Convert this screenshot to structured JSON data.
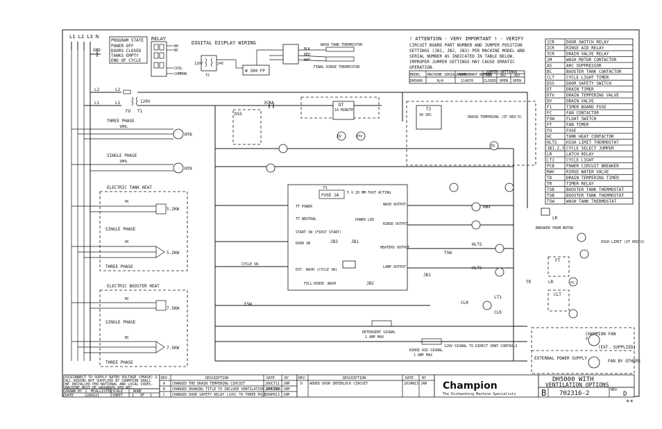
{
  "supply": {
    "lines": "L1 L2 L3 N",
    "gnd": "GND"
  },
  "program_state": {
    "title": "PROGRAM STATE",
    "lines": [
      "POWER OFF",
      "DOORS CLOSED",
      "TANKS EMPTY",
      "END OF CYCLE"
    ]
  },
  "relay": {
    "title": "RELAY",
    "pins": [
      "NO",
      "NC",
      "COIL",
      "COMMON"
    ]
  },
  "digital_display": {
    "title": "DIGITAL DISPLAY WIRING",
    "transformer": "T2",
    "v_in": "120V",
    "v_out": "24V",
    "module": "W 300 FP"
  },
  "thermistors": {
    "wash": "WASH TANK THERMISTOR",
    "rinse": "FINAL RINSE THERMISTOR",
    "wires": [
      "BLK",
      "RED",
      "WHT"
    ]
  },
  "attention": {
    "title": "! ATTENTION - VERY IMPORTANT ! - VERIFY",
    "lines": [
      "CIRCUIT BOARD PART NUMBER AND JUMPER POSITION",
      "SETTINGS (JB1, JB2, JB3) PER MACHINE MODEL AND",
      "SERIAL NUMBER AS INDICATED IN TABLE BELOW.",
      "IMPROPER JUMPER SETTINGS MAY CAUSE ERRATIC",
      "OPERATION."
    ],
    "table": {
      "headers": [
        "MODEL",
        "MACHINE SERIAL NUMBER",
        "BOARD PART NUMBER",
        "JB1",
        "JB2",
        "JB3"
      ],
      "group_header": "JUMPER SETTINGS",
      "row": [
        "DH5000",
        "N/A",
        "114870",
        "CLOSED",
        "OPEN",
        "OPEN"
      ]
    }
  },
  "legend": [
    [
      "1CR",
      "DOOR SWITCH RELAY"
    ],
    [
      "2CR",
      "RINSE AID RELAY"
    ],
    [
      "3CR",
      "DRAIN VALVE RELAY"
    ],
    [
      "1M",
      "WASH MOTOR CONTACTOR"
    ],
    [
      "AS",
      "ARC SUPPRESSOR"
    ],
    [
      "BC",
      "BOOSTER TANK CONTACTOR"
    ],
    [
      "CLT",
      "CYCLE LIGHT TIMER"
    ],
    [
      "DSS",
      "DOOR SAFETY SWITCH"
    ],
    [
      "DT",
      "DRAIN TIMER"
    ],
    [
      "DTV",
      "DRAIN TEMPERING VALVE"
    ],
    [
      "DV",
      "DRAIN VALVE"
    ],
    [
      "F1",
      "TIMER BOARD FUSE"
    ],
    [
      "FC",
      "FAN CONTACTOR"
    ],
    [
      "FSW",
      "FLOAT SWITCH"
    ],
    [
      "FT",
      "FAN TIMER"
    ],
    [
      "FU",
      "FUSE"
    ],
    [
      "HC",
      "TANK HEAT CONTACTOR"
    ],
    [
      "HLTS",
      "HIGH LIMIT THERMOSTAT"
    ],
    [
      "JB1,2,3",
      "CYCLE SELECT JUMPER"
    ],
    [
      "LR",
      "LATCH RELAY"
    ],
    [
      "LT1",
      "CYCLE LIGHT"
    ],
    [
      "PCB",
      "POWER CIRCUIT BREAKER"
    ],
    [
      "RWV",
      "RINSE WATER VALVE"
    ],
    [
      "TD",
      "DRAIN TEMPERING TIMER"
    ],
    [
      "TR",
      "TIMER RELAY"
    ],
    [
      "TSB",
      "BOOSTER TANK THERMOSTAT"
    ],
    [
      "TSB",
      "BOOSTER TANK THERMOSTAT"
    ],
    [
      "TSW",
      "WASH TANK THERMOSTAT"
    ]
  ],
  "control": {
    "fu": "FU",
    "t1": "T1",
    "v": "120V",
    "l1": "L1",
    "l2": "L2",
    "three_phase": "THREE PHASE",
    "single_phase": "SINGLE PHASE",
    "mtr": "MTR",
    "motor_label": "1MOL",
    "cr3": "3CRA",
    "dt": "DT",
    "dt_time": "10 MINUTE",
    "td": "T2",
    "td_time": "30 SEC",
    "drain_tempering": "DRAIN TEMPERING (IF REQ'D)",
    "dss": "DSS",
    "tsw": "TSW",
    "fsw": "FSW",
    "hlts": "HLTS",
    "clr": "CLR",
    "lt1": "LT1",
    "lr": "LR",
    "tr": "TR",
    "rwv": "RWV",
    "jb3": "JB3",
    "jb2": "JB2",
    "jb1": "JB1"
  },
  "pcb": {
    "fuse": "FUSE 1A",
    "fuse_desc": "5 X 20 MM FAST ACTING",
    "f1": "F1",
    "inputs": [
      "TT POWER",
      "TT NEUTRAL",
      "START SW (FIRST START)",
      "DOOR SW",
      "EXT. WASH (CYCLE SW)"
    ],
    "outputs": [
      "WASH OUTPUT",
      "RINSE OUTPUT",
      "HEATERS OUTPUT",
      "LAMP OUTPUT"
    ],
    "power_led": "POWER LED",
    "buttons": [
      "FILL",
      "RINSE",
      "WASH"
    ]
  },
  "heat": {
    "electric_tank": "ELECTRIC TANK HEAT",
    "electric_booster": "ELECTRIC BOOSTER HEAT",
    "tank_kw": "5.2KW",
    "booster_kw": "7.5KW",
    "hc": "HC",
    "bc": "BC"
  },
  "signals": {
    "detergent": "DETERGENT SIGNAL",
    "detergent_max": "1 AMP MAX",
    "rinse": "RINSE AID SIGNAL",
    "rinse_max": "1 AMP MAX",
    "vent": "120V SIGNAL TO DIRECT VENT CONTROLS",
    "hood": "HIGH LIMIT (IF REQ'D)",
    "ltc": "BREAKER FROM MOTOR"
  },
  "fan": {
    "champion": "CHAMPION FAN",
    "supplied": "(EXT. SUPPLIED)",
    "external": "EXTERNAL POWER SUPPLY",
    "others": "FAN BY OTHERS",
    "fan": "FAN",
    "fc": "FC",
    "ft": "FT",
    "clt": "CLT"
  },
  "notes": [
    "DISCONNECT TO SUPPLY RATED VOLTAGE (PHASE) &",
    "ALL WIRING NOT SUPPLIED BY CHAMPION SHALL",
    "BE INSTALLED PER NATIONAL AND LOCAL CODES.",
    "MACHINE MUST BE GROUNDED PER NEC."
  ],
  "drawn": {
    "drawn_by_label": "DRAWN BY",
    "drawn_by": "J. MCALLISTER",
    "scale_label": "SCALE",
    "scale": "NONE",
    "date_label": "DATE",
    "date": "22AUG11",
    "sheet_label": "SHEET",
    "sheet": "1",
    "of": "OF",
    "sheets": "1"
  },
  "revisions": {
    "headers": [
      "REV.",
      "DESCRIPTION",
      "DATE",
      "BY"
    ],
    "rows": [
      [
        "A",
        "CHANGED THE DRAIN TEMPERING CIRCUIT",
        "20OCT11",
        "JAM"
      ],
      [
        "B",
        "CHANGED DRAWING TITLE TO INCLUDE VENTILATION OPTIONS",
        "20OCT12",
        "JAM"
      ],
      [
        "C",
        "CHANGED DOOR SAFETY RELAY (1CR) TO THREE POLE",
        "26APR13",
        "JAM"
      ]
    ],
    "rows2": [
      [
        "D",
        "ADDED DOOR INTERLOCK CIRCUIT",
        "20JAN13",
        "JAM"
      ]
    ]
  },
  "title_block": {
    "company": "Champion",
    "tagline": "The Dishwashing Machine Specialists",
    "title1": "DH5000 WITH",
    "title2": "VENTILATION OPTIONS",
    "size": "B",
    "dwg": "702316-2",
    "rev_label": "REV.",
    "rev": "D",
    "stars": "**"
  }
}
